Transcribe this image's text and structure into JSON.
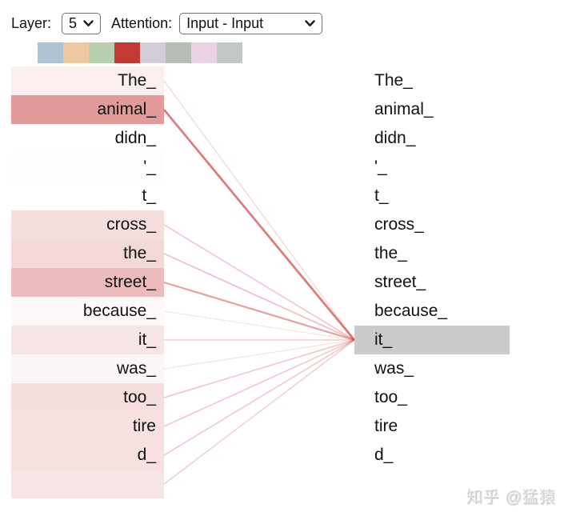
{
  "toolbar": {
    "layer_label": "Layer:",
    "layer_value": "5",
    "attention_label": "Attention:",
    "attention_value": "Input - Input"
  },
  "heads": {
    "colors": [
      "#aec4d6",
      "#ecc9a2",
      "#b8cfae",
      "#c33a35",
      "#d2cdd9",
      "#b7bcb6",
      "#e8d2e3",
      "#c4c8c4"
    ],
    "selected_index": 3
  },
  "attention": {
    "left_tokens": [
      {
        "text": "The_",
        "weight": 0.09
      },
      {
        "text": "animal_",
        "weight": 0.52
      },
      {
        "text": "didn_",
        "weight": 0.0
      },
      {
        "text": "'_",
        "weight": 0.01
      },
      {
        "text": "t_",
        "weight": 0.0
      },
      {
        "text": "cross_",
        "weight": 0.17
      },
      {
        "text": "the_",
        "weight": 0.2
      },
      {
        "text": "street_",
        "weight": 0.35
      },
      {
        "text": "because_",
        "weight": 0.03
      },
      {
        "text": "it_",
        "weight": 0.14
      },
      {
        "text": "was_",
        "weight": 0.05
      },
      {
        "text": "too_",
        "weight": 0.17
      },
      {
        "text": "tire",
        "weight": 0.16
      },
      {
        "text": "d_",
        "weight": 0.16
      },
      {
        "text": "",
        "weight": 0.14
      }
    ],
    "right_tokens": [
      "The_",
      "animal_",
      "didn_",
      "'_",
      "t_",
      "cross_",
      "the_",
      "street_",
      "because_",
      "it_",
      "was_",
      "too_",
      "tire",
      "d_",
      ""
    ],
    "selected_right_index": 9,
    "selected_right_token": "it_"
  },
  "colors": {
    "accent": "#c93d3d",
    "selected_token_bg": "#cbcbcb"
  },
  "watermark": "知乎 @猛猿"
}
